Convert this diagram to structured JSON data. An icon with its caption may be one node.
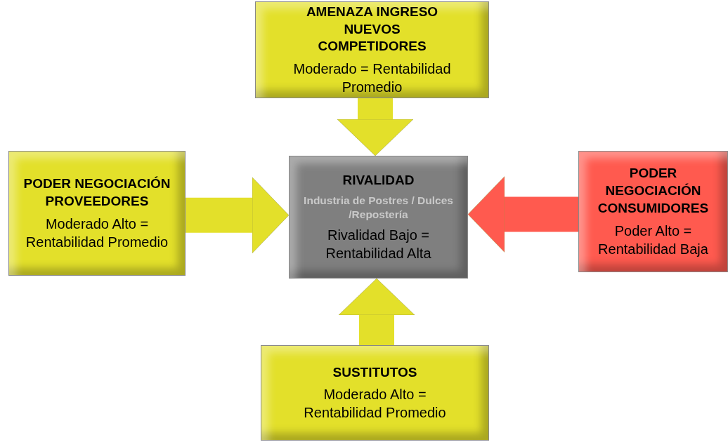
{
  "diagram": {
    "nodes": [
      {
        "text": [
          "AMENAZA INGRESO NUEVOS COMPETIDORES",
          "Moderado = Rentabilidad Promedio"
        ]
      },
      {
        "text": [
          "PODER NEGOCIACIÓN PROVEEDORES",
          "Moderado Alto = Rentabilidad Promedio"
        ]
      },
      {
        "text": [
          "RIVALIDAD",
          "Industria de Postres / Dulces /Repostería",
          "Rivalidad Bajo = Rentabilidad Alta"
        ]
      },
      {
        "text": [
          "PODER NEGOCIACIÓN CONSUMIDORES",
          "Poder Alto = Rentabilidad  Baja"
        ]
      },
      {
        "text": [
          "SUSTITUTOS",
          "Moderado Alto = Rentabilidad Promedio"
        ]
      }
    ],
    "edges": [
      {
        "from": 0,
        "to": 2,
        "arrow": "to"
      },
      {
        "from": 1,
        "to": 2,
        "arrow": "to"
      },
      {
        "from": 3,
        "to": 2,
        "arrow": "to",
        "color": "#ff5a4f"
      },
      {
        "from": 4,
        "to": 2,
        "arrow": "to"
      }
    ]
  }
}
